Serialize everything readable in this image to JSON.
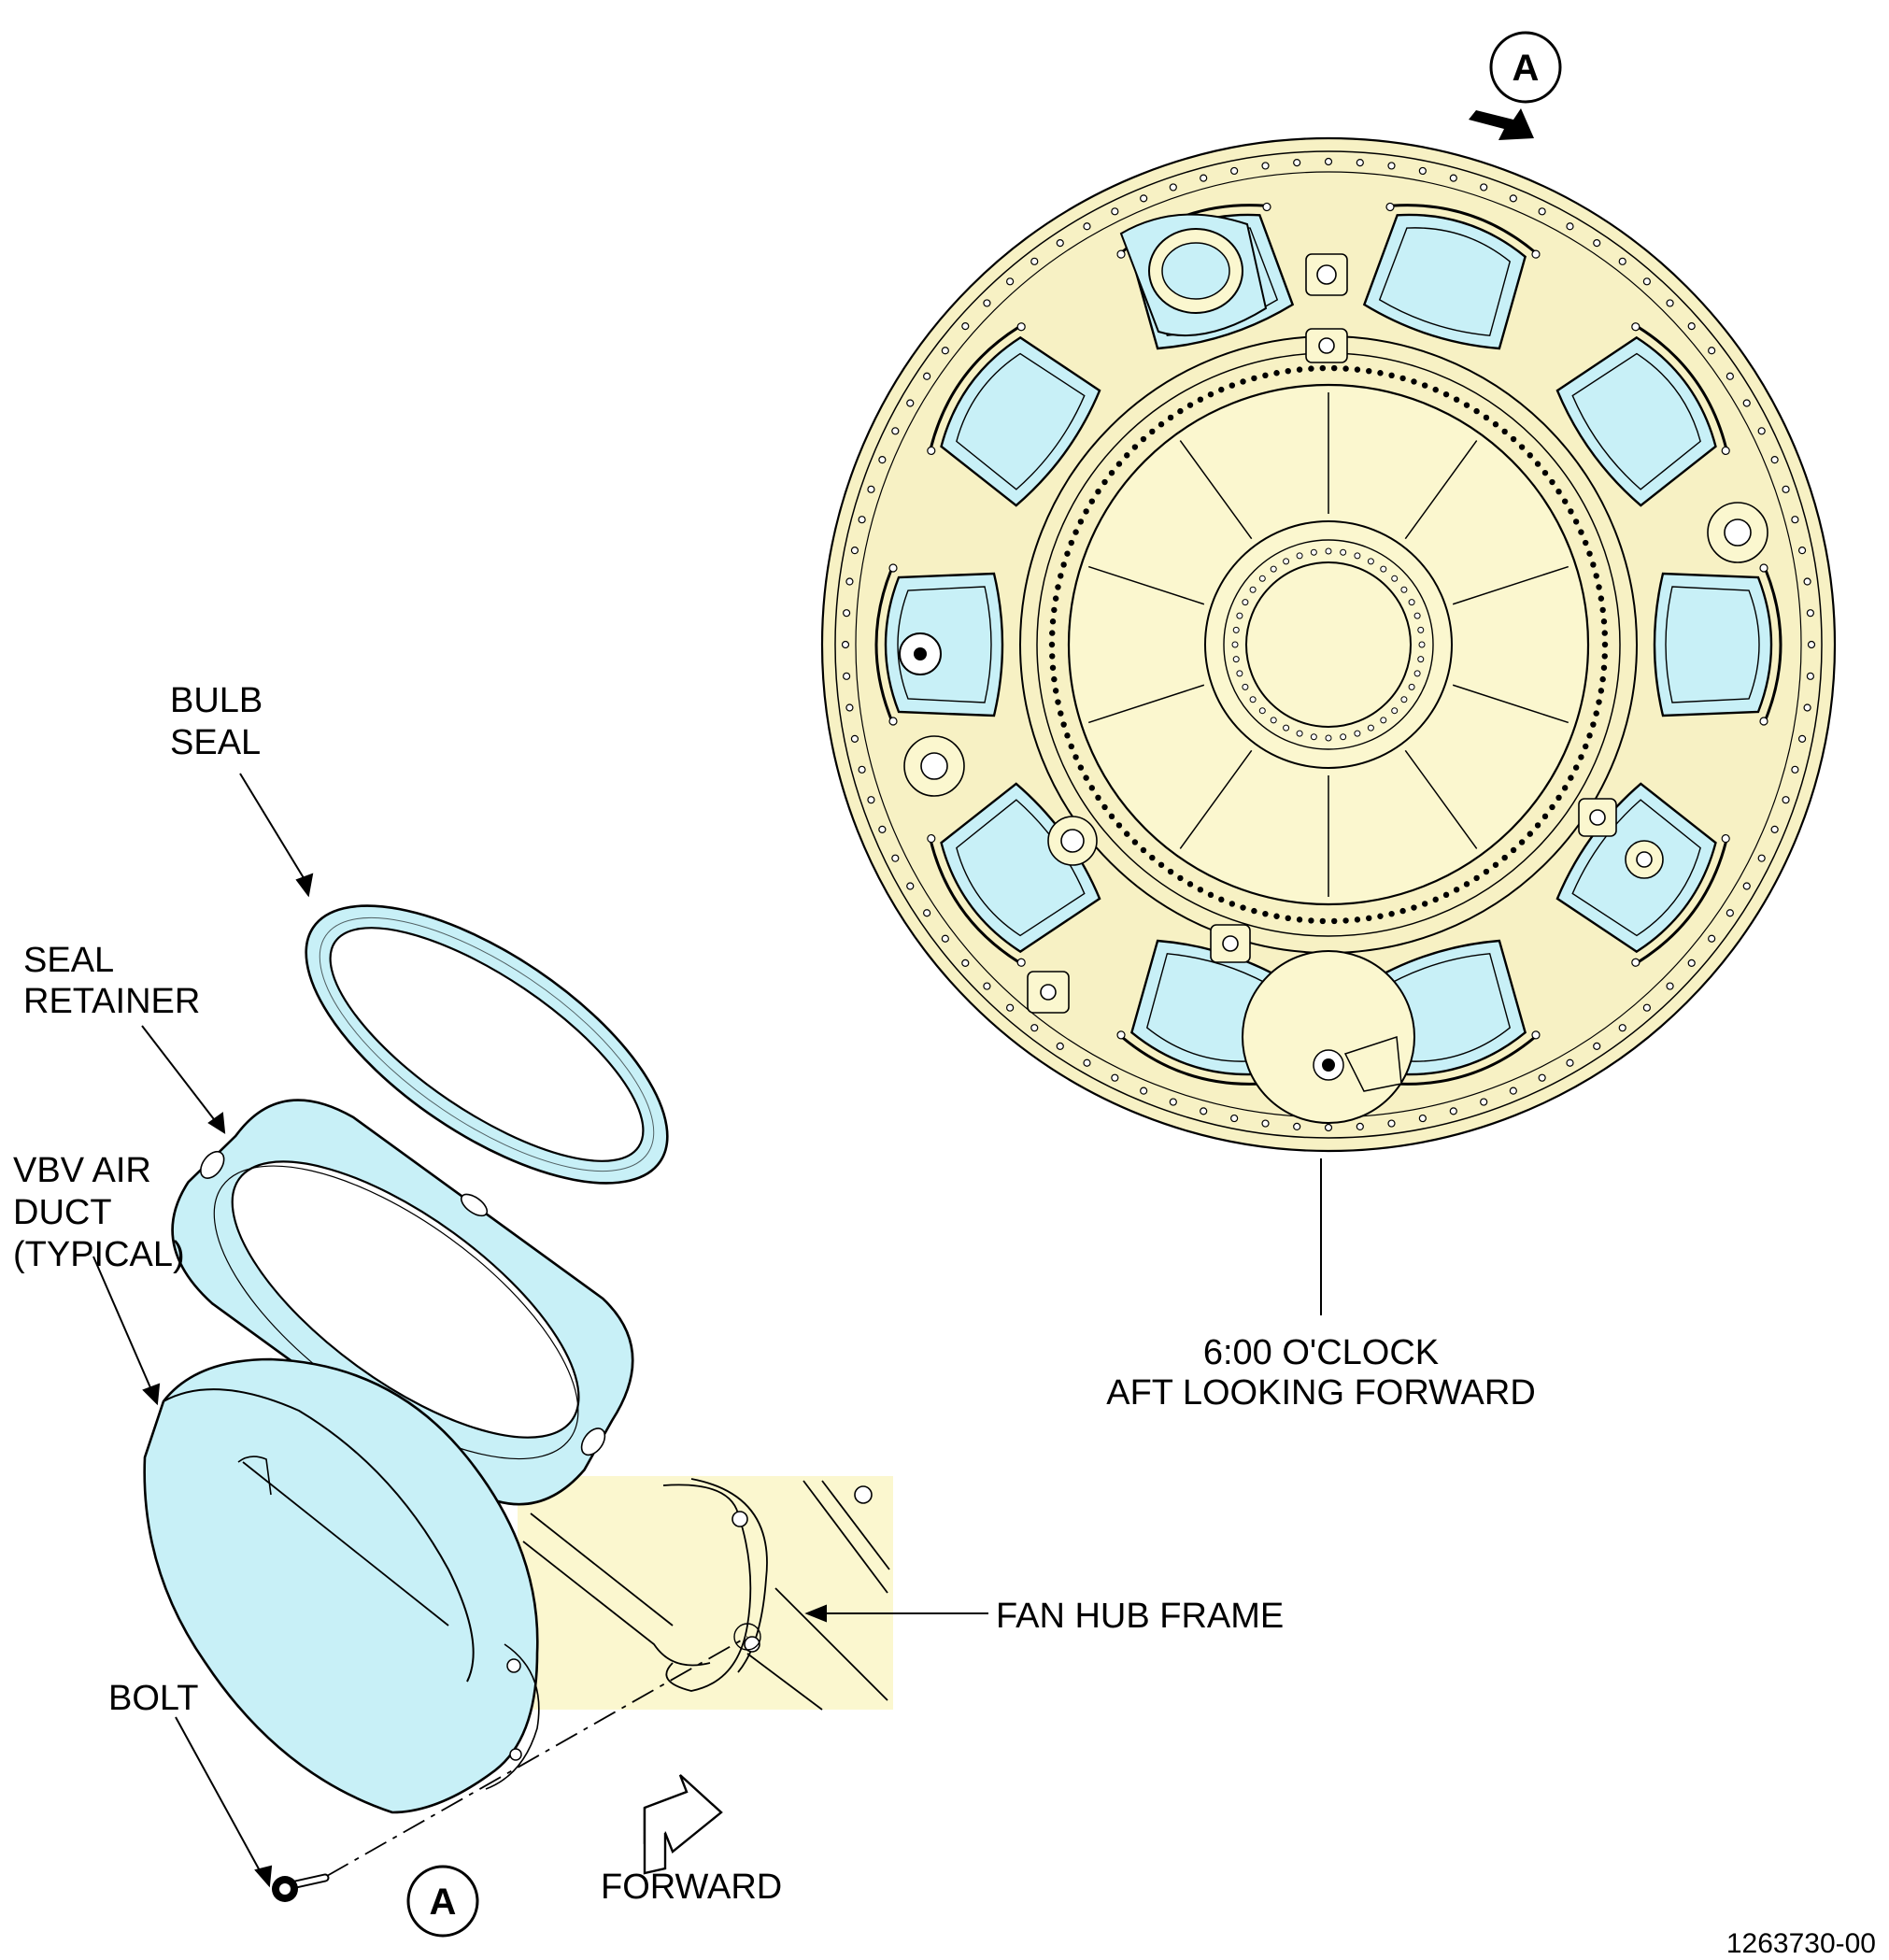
{
  "labels": {
    "bulb_seal_line1": "BULB",
    "bulb_seal_line2": "SEAL",
    "seal_retainer_line1": "SEAL",
    "seal_retainer_line2": "RETAINER",
    "vbv_duct_line1": "VBV AIR",
    "vbv_duct_line2": "DUCT",
    "vbv_duct_line3": "(TYPICAL)",
    "bolt": "BOLT",
    "fan_hub_frame": "FAN HUB FRAME",
    "forward": "FORWARD",
    "clock_line1": "6:00 O'CLOCK",
    "clock_line2": "AFT LOOKING FORWARD",
    "view_marker_top": "A",
    "view_marker_bottom": "A",
    "figure_number": "1263730-00"
  },
  "colors": {
    "frame_fill": "#f7f1c4",
    "duct_fill": "#c8f0f7",
    "detail_fill": "#fbf7cf",
    "line": "#000000"
  },
  "frame": {
    "duct_count": 10
  }
}
